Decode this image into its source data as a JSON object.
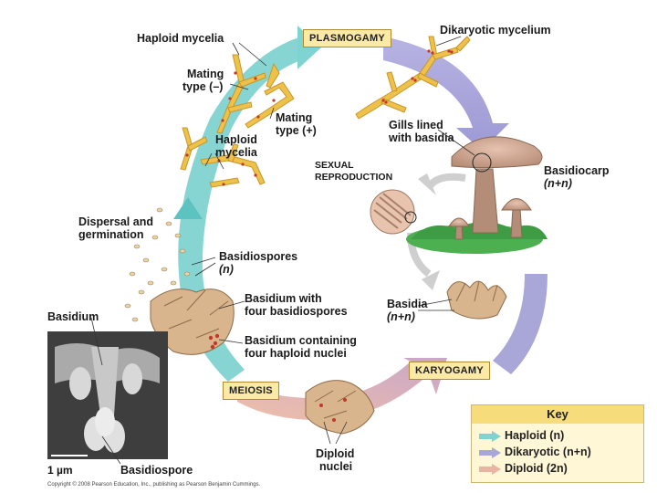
{
  "stages": {
    "plasmogamy": "PLASMOGAMY",
    "karyogamy": "KARYOGAMY",
    "meiosis": "MEIOSIS"
  },
  "center_label": [
    "SEXUAL",
    "REPRODUCTION"
  ],
  "labels": {
    "haploid_mycelia_top": "Haploid mycelia",
    "mating_minus_1": "Mating",
    "mating_minus_2": "type (–)",
    "mating_plus_1": "Mating",
    "mating_plus_2": "type (+)",
    "haploid_mycelia_mid_1": "Haploid",
    "haploid_mycelia_mid_2": "mycelia",
    "dikaryotic_mycelium": "Dikaryotic mycelium",
    "gills_1": "Gills lined",
    "gills_2": "with basidia",
    "basidiocarp_1": "Basidiocarp",
    "basidiocarp_2": "(n+n)",
    "dispersal_1": "Dispersal and",
    "dispersal_2": "germination",
    "basidiospores_1": "Basidiospores",
    "basidiospores_2": "(n)",
    "basidium_four_1": "Basidium with",
    "basidium_four_2": "four basidiospores",
    "basidium_nuclei_1": "Basidium containing",
    "basidium_nuclei_2": "four haploid nuclei",
    "basidia_1": "Basidia",
    "basidia_2": "(n+n)",
    "basidium": "Basidium",
    "basidiospore": "Basidiospore",
    "diploid_1": "Diploid",
    "diploid_2": "nuclei",
    "scale": "1 µm"
  },
  "key": {
    "title": "Key",
    "items": [
      {
        "label": "Haploid (n)",
        "color": "#7fd3d1"
      },
      {
        "label": "Dikaryotic (n+n)",
        "color": "#a9a6d8"
      },
      {
        "label": "Diploid (2n)",
        "color": "#e9b4a3"
      }
    ]
  },
  "colors": {
    "haploid": "#7fd3d1",
    "dikaryotic": "#a9a6d8",
    "diploid": "#e9b4a3",
    "mycelium": "#e8b830",
    "mushroom": "#c9a088",
    "grass": "#4caf50"
  },
  "copyright": "Copyright © 2008 Pearson Education, Inc., publishing as Pearson Benjamin Cummings."
}
